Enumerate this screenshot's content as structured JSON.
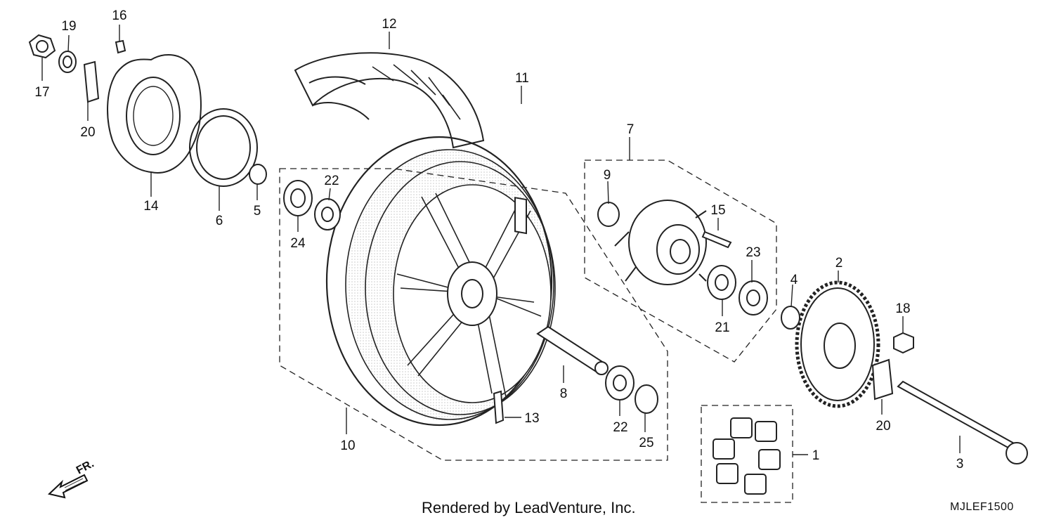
{
  "footer": {
    "credit": "Rendered by LeadVenture, Inc.",
    "code": "MJLEF1500"
  },
  "direction_marker": "FR.",
  "parts": [
    {
      "ref": "1"
    },
    {
      "ref": "2"
    },
    {
      "ref": "3"
    },
    {
      "ref": "4"
    },
    {
      "ref": "5"
    },
    {
      "ref": "6"
    },
    {
      "ref": "7"
    },
    {
      "ref": "8"
    },
    {
      "ref": "9"
    },
    {
      "ref": "10"
    },
    {
      "ref": "11"
    },
    {
      "ref": "12"
    },
    {
      "ref": "13"
    },
    {
      "ref": "14"
    },
    {
      "ref": "15"
    },
    {
      "ref": "16"
    },
    {
      "ref": "17"
    },
    {
      "ref": "18"
    },
    {
      "ref": "19"
    },
    {
      "ref": "20"
    },
    {
      "ref": "21"
    },
    {
      "ref": "22"
    },
    {
      "ref": "23"
    },
    {
      "ref": "24"
    },
    {
      "ref": "25"
    }
  ]
}
